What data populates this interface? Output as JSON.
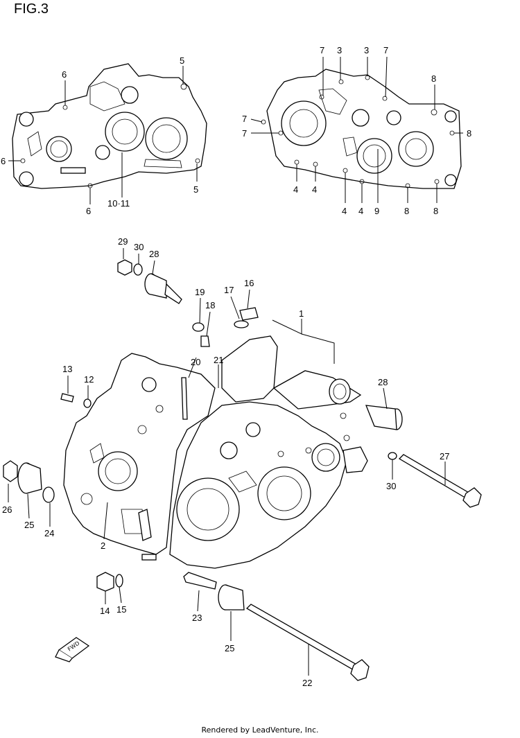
{
  "figure": {
    "title": "FIG.3"
  },
  "footer": {
    "text": "Rendered by LeadVenture, Inc."
  },
  "fwd_label": "FWD",
  "callouts": [
    {
      "label": "6"
    },
    {
      "label": "5"
    },
    {
      "label": "6"
    },
    {
      "label": "5"
    },
    {
      "label": "6"
    },
    {
      "label": "10·11"
    },
    {
      "label": "7"
    },
    {
      "label": "3"
    },
    {
      "label": "3"
    },
    {
      "label": "7"
    },
    {
      "label": "8"
    },
    {
      "label": "7"
    },
    {
      "label": "7"
    },
    {
      "label": "8"
    },
    {
      "label": "4"
    },
    {
      "label": "4"
    },
    {
      "label": "4"
    },
    {
      "label": "4"
    },
    {
      "label": "9"
    },
    {
      "label": "8"
    },
    {
      "label": "8"
    },
    {
      "label": "29"
    },
    {
      "label": "30"
    },
    {
      "label": "28"
    },
    {
      "label": "19"
    },
    {
      "label": "18"
    },
    {
      "label": "17"
    },
    {
      "label": "16"
    },
    {
      "label": "1"
    },
    {
      "label": "20"
    },
    {
      "label": "21"
    },
    {
      "label": "13"
    },
    {
      "label": "12"
    },
    {
      "label": "28"
    },
    {
      "label": "27"
    },
    {
      "label": "30"
    },
    {
      "label": "26"
    },
    {
      "label": "25"
    },
    {
      "label": "24"
    },
    {
      "label": "2"
    },
    {
      "label": "14"
    },
    {
      "label": "15"
    },
    {
      "label": "23"
    },
    {
      "label": "25"
    },
    {
      "label": "22"
    }
  ]
}
